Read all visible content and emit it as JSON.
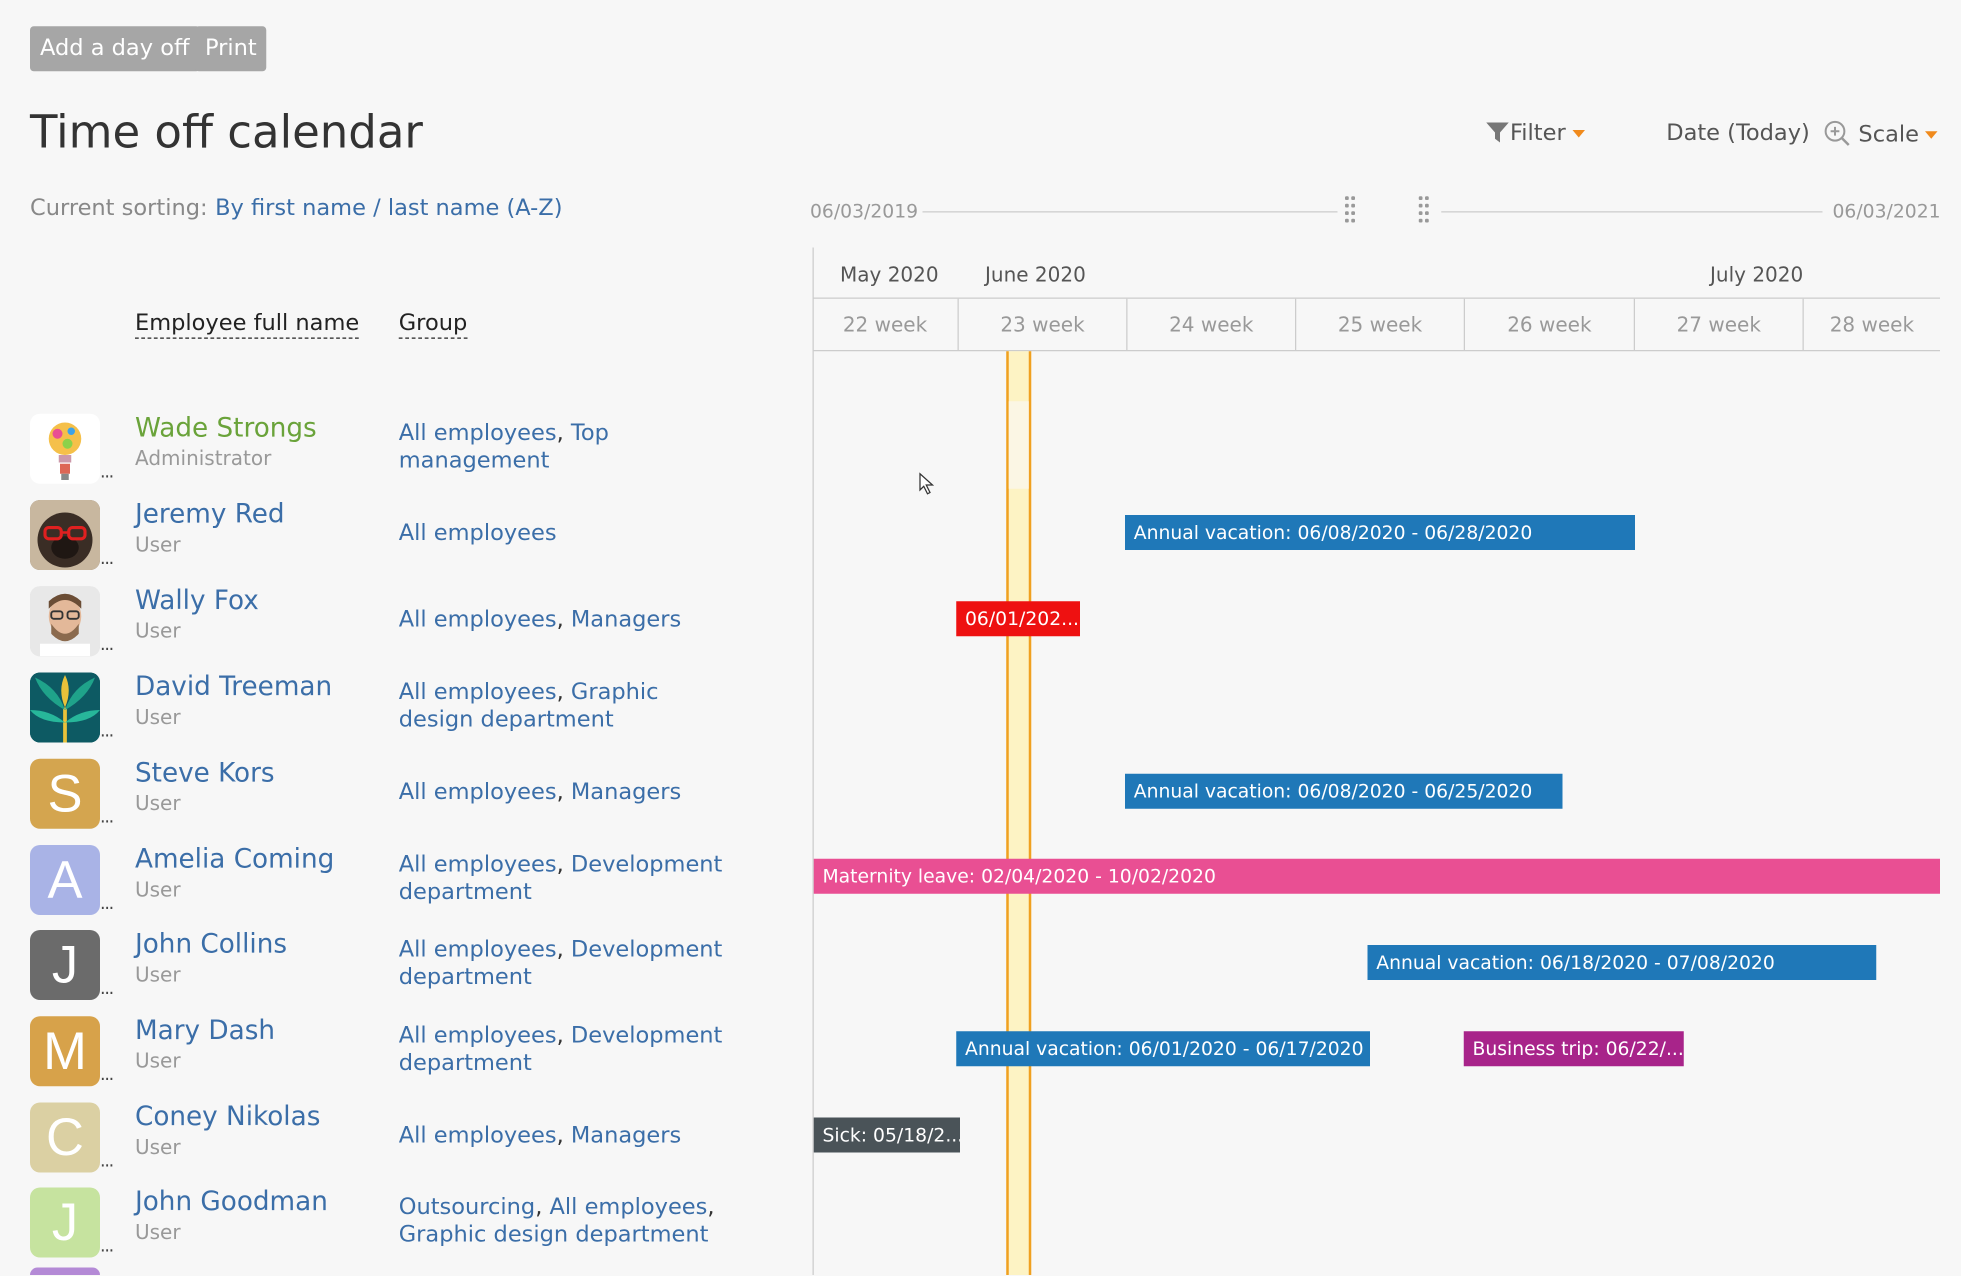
{
  "toolbar": {
    "add_day_off": "Add a day off",
    "print": "Print"
  },
  "page_title": "Time off calendar",
  "controls": {
    "filter": "Filter",
    "date": "Date (Today)",
    "scale": "Scale"
  },
  "sorting": {
    "label": "Current sorting:",
    "value": "By first name / last name (A-Z)"
  },
  "range": {
    "start": "06/03/2019",
    "end": "06/03/2021"
  },
  "columns": {
    "name": "Employee full name",
    "group": "Group"
  },
  "months": [
    "May 2020",
    "June 2020",
    "July 2020"
  ],
  "weeks": [
    "22 week",
    "23 week",
    "24 week",
    "25 week",
    "26 week",
    "27 week",
    "28 week"
  ],
  "employees": [
    {
      "name": "Wade Strongs",
      "role": "Administrator",
      "groups": [
        "All employees",
        "Top management"
      ],
      "avatar": "bulb-photo"
    },
    {
      "name": "Jeremy Red",
      "role": "User",
      "groups": [
        "All employees"
      ],
      "avatar": "pug-photo"
    },
    {
      "name": "Wally Fox",
      "role": "User",
      "groups": [
        "All employees",
        "Managers"
      ],
      "avatar": "man-photo"
    },
    {
      "name": "David Treeman",
      "role": "User",
      "groups": [
        "All employees",
        "Graphic design department"
      ],
      "avatar": "plant-photo"
    },
    {
      "name": "Steve Kors",
      "role": "User",
      "groups": [
        "All employees",
        "Managers"
      ],
      "avatar_letter": "S",
      "avatar_color": "#d4a54f"
    },
    {
      "name": "Amelia Coming",
      "role": "User",
      "groups": [
        "All employees",
        "Development department"
      ],
      "avatar_letter": "A",
      "avatar_color": "#a9b3e6"
    },
    {
      "name": "John Collins",
      "role": "User",
      "groups": [
        "All employees",
        "Development department"
      ],
      "avatar_letter": "J",
      "avatar_color": "#6b6b6b"
    },
    {
      "name": "Mary Dash",
      "role": "User",
      "groups": [
        "All employees",
        "Development department"
      ],
      "avatar_letter": "M",
      "avatar_color": "#d7a24a"
    },
    {
      "name": "Coney Nikolas",
      "role": "User",
      "groups": [
        "All employees",
        "Managers"
      ],
      "avatar_letter": "C",
      "avatar_color": "#dbd0a3"
    },
    {
      "name": "John Goodman",
      "role": "User",
      "groups": [
        "Outsourcing",
        "All employees",
        "Graphic design department"
      ],
      "avatar_letter": "J",
      "avatar_color": "#c6e39f"
    }
  ],
  "events": [
    {
      "label": "Annual vacation: 06/08/2020 - 06/28/2020",
      "color": "#1f78b8"
    },
    {
      "label": "06/01/202...",
      "color": "#ee1111"
    },
    {
      "label": "Annual vacation: 06/08/2020 - 06/25/2020",
      "color": "#1f78b8"
    },
    {
      "label": "Maternity leave: 02/04/2020 - 10/02/2020",
      "color": "#e94f93"
    },
    {
      "label": "Annual vacation: 06/18/2020 - 07/08/2020",
      "color": "#1f78b8"
    },
    {
      "label": "Annual vacation: 06/01/2020 - 06/17/2020",
      "color": "#1f78b8"
    },
    {
      "label": "Business trip: 06/22/...",
      "color": "#a8248a"
    },
    {
      "label": "Sick: 05/18/2...",
      "color": "#4a5358"
    }
  ]
}
